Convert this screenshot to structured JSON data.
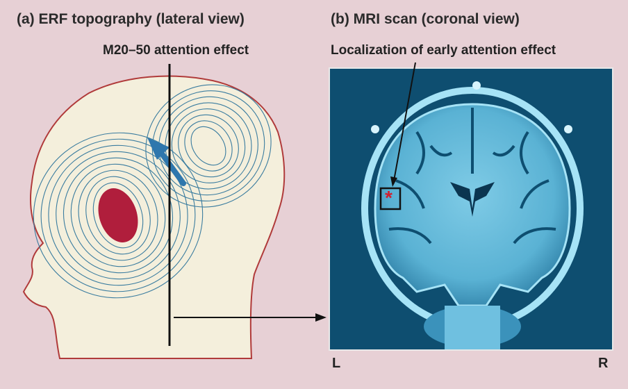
{
  "panels": {
    "a": {
      "title": "(a) ERF topography (lateral view)",
      "callout": "M20–50 attention effect"
    },
    "b": {
      "title": "(b) MRI scan (coronal view)",
      "callout": "Localization of early attention effect",
      "left_label": "L",
      "right_label": "R",
      "marker_symbol": "*"
    }
  },
  "colors": {
    "background": "#e7d0d5",
    "head_fill": "#f4efdc",
    "head_outline": "#b03a3a",
    "contours": "#3a7c9f",
    "hotspot": "#b01e3c",
    "arrow": "#2f77ad",
    "mri_bg": "#0e4e70",
    "mri_tissue": "#a6e3f6",
    "marker": "#d02030"
  }
}
